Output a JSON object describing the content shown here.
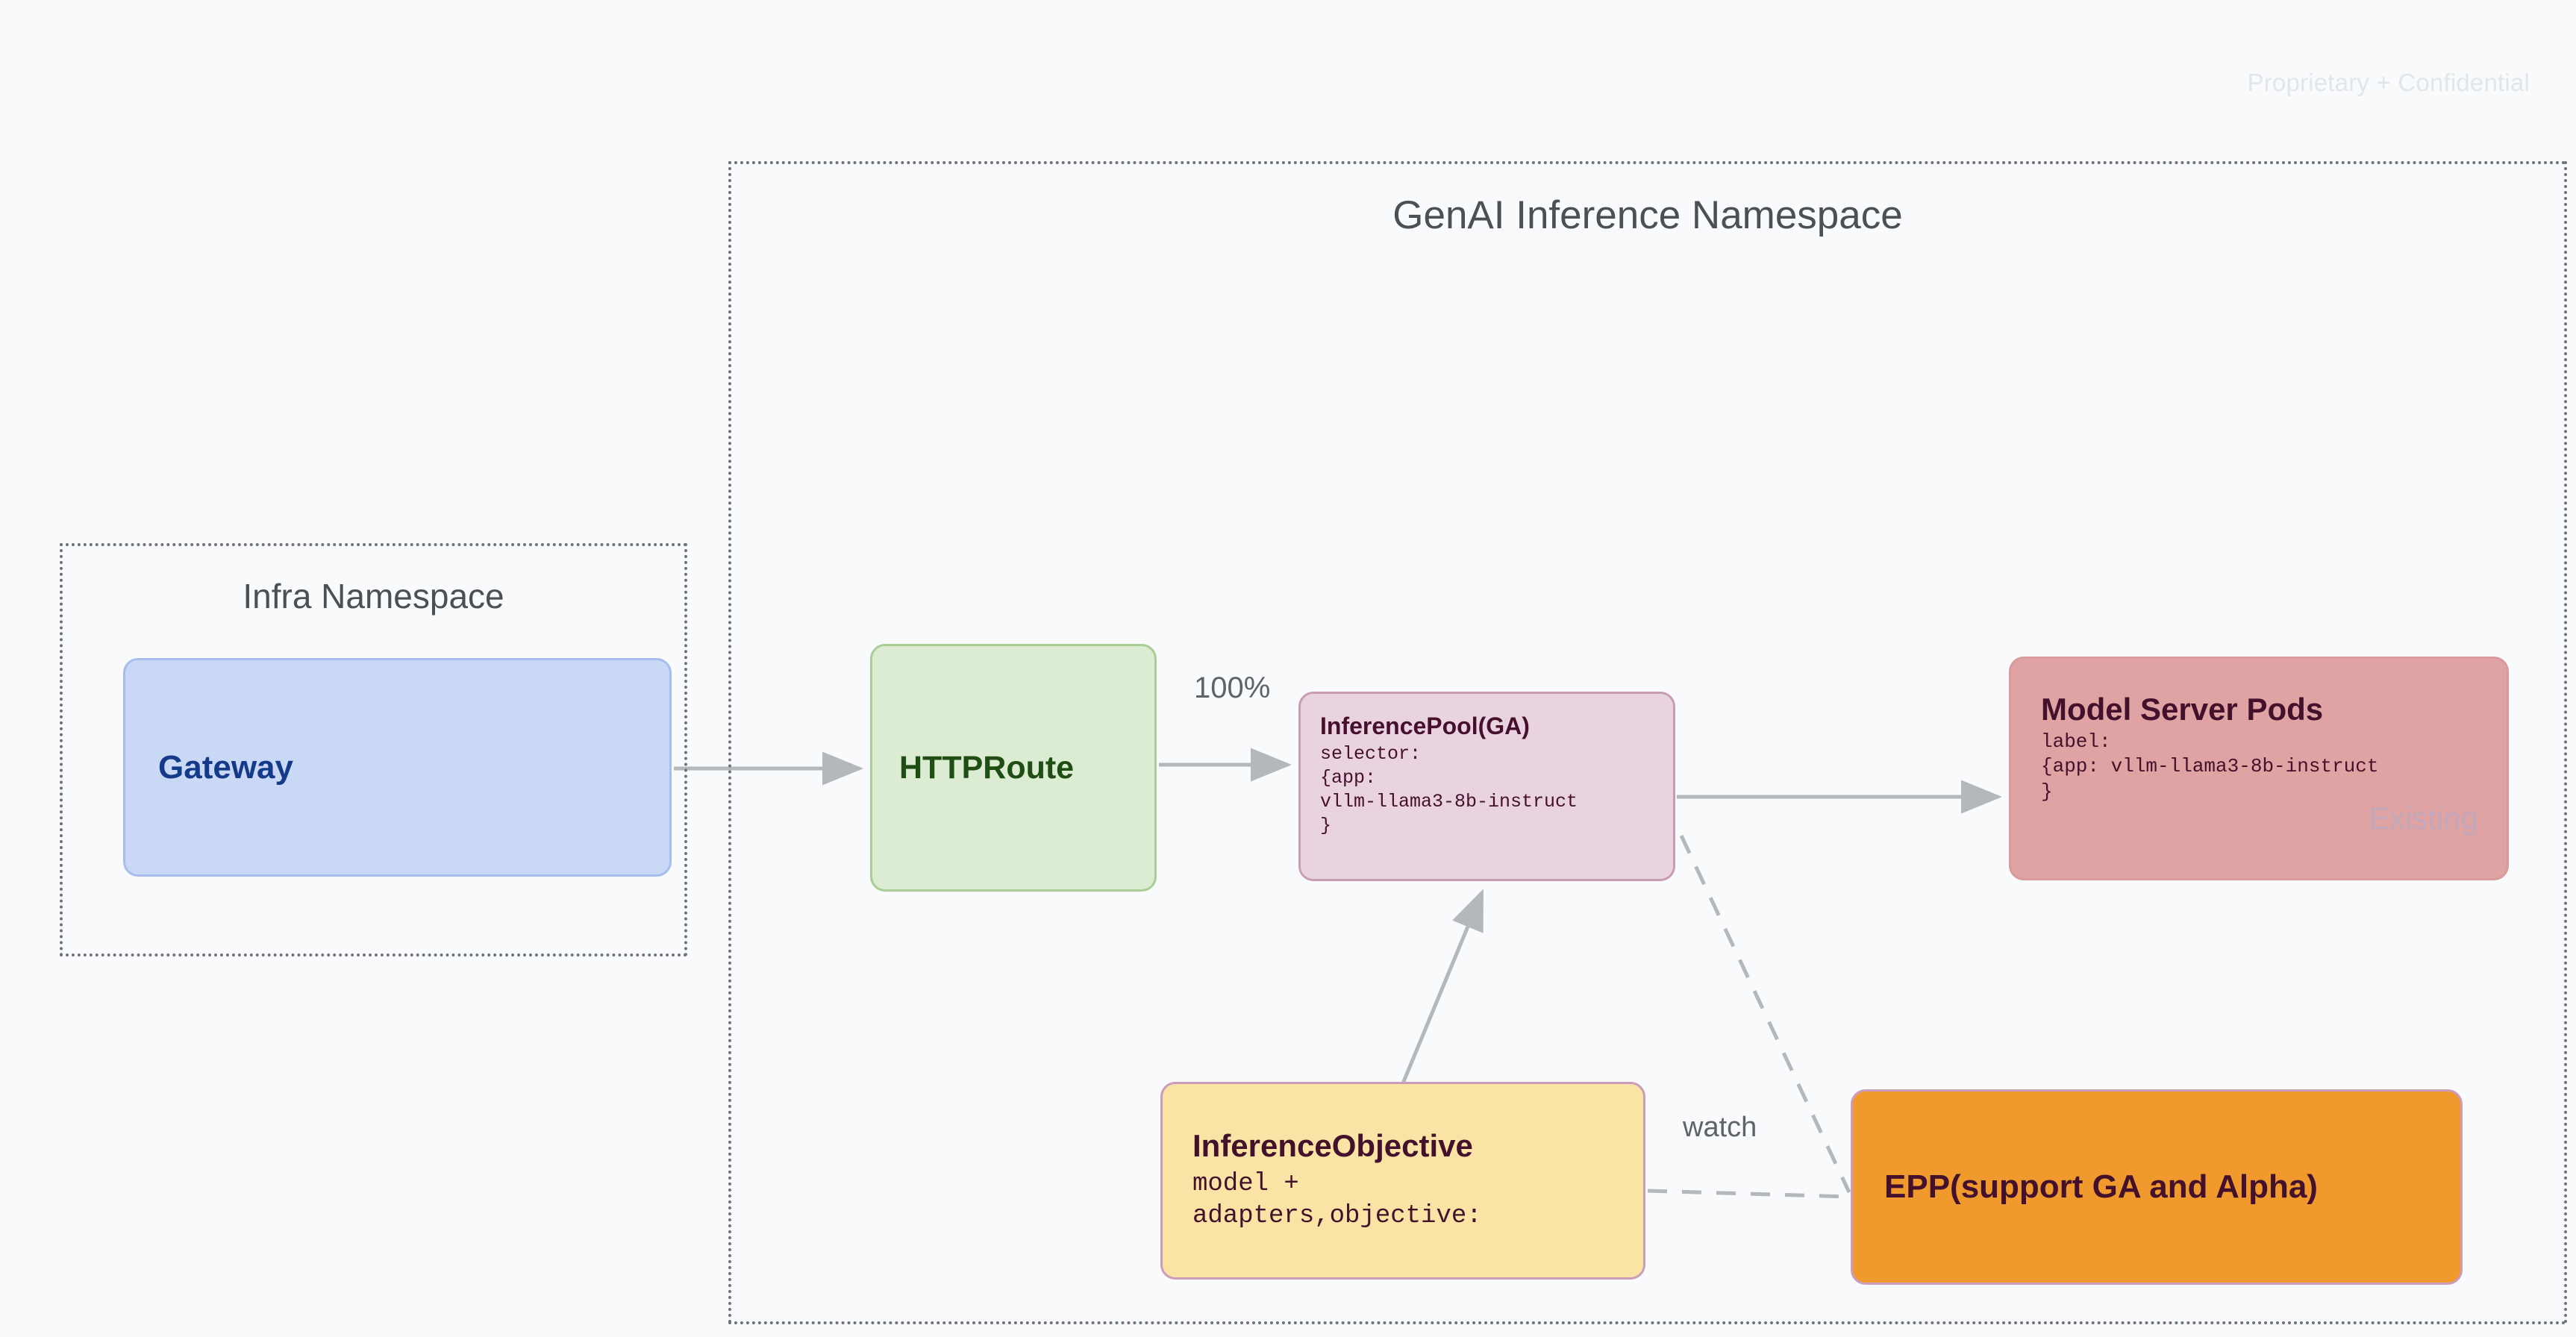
{
  "page": {
    "watermark": "Proprietary + Confidential"
  },
  "namespaces": [
    {
      "id": "infra",
      "title": "Infra Namespace"
    },
    {
      "id": "genai",
      "title": "GenAI Inference Namespace"
    }
  ],
  "nodes": {
    "gateway": {
      "title": "Gateway",
      "fill": "#c9d8f5",
      "text_color": "#163a8a"
    },
    "httproute": {
      "title": "HTTPRoute",
      "fill": "#dcecd2",
      "text_color": "#1f4d14"
    },
    "inference_pool": {
      "title": "InferencePool(GA)",
      "body": "selector:\n{app:\nvllm-llama3-8b-instruct\n}",
      "fill": "#e9d3df",
      "text_color": "#46102c"
    },
    "model_server_pods": {
      "title": "Model Server Pods",
      "body": "label:\n{app: vllm-llama3-8b-instruct\n}",
      "badge": "Existing",
      "fill": "#e0a3a3",
      "text_color": "#43112b",
      "badge_color": "#c2a8bb"
    },
    "inference_objective": {
      "title": "InferenceObjective",
      "body": "model +\nadapters,objective:",
      "fill": "#fae4a5",
      "text_color": "#43112b"
    },
    "epp": {
      "title": "EPP(support GA and Alpha)",
      "fill": "#f09a2e",
      "text_color": "#43112b"
    }
  },
  "edges": [
    {
      "id": "gateway-to-httproute",
      "label": "",
      "style": "solid"
    },
    {
      "id": "httproute-to-inferencepool",
      "label": "100%",
      "style": "solid"
    },
    {
      "id": "inferencepool-to-pods",
      "label": "",
      "style": "solid"
    },
    {
      "id": "inferenceobjective-to-inferencepool",
      "label": "",
      "style": "solid"
    },
    {
      "id": "inferenceobjective-to-epp",
      "label": "watch",
      "style": "dashed"
    },
    {
      "id": "inferencepool-to-epp",
      "label": "",
      "style": "dashed"
    }
  ],
  "colors": {
    "background": "#f8fafb",
    "namespace_border": "#6f7378",
    "edge": "#b4b8bc",
    "watermark": "#e3e6e9"
  }
}
